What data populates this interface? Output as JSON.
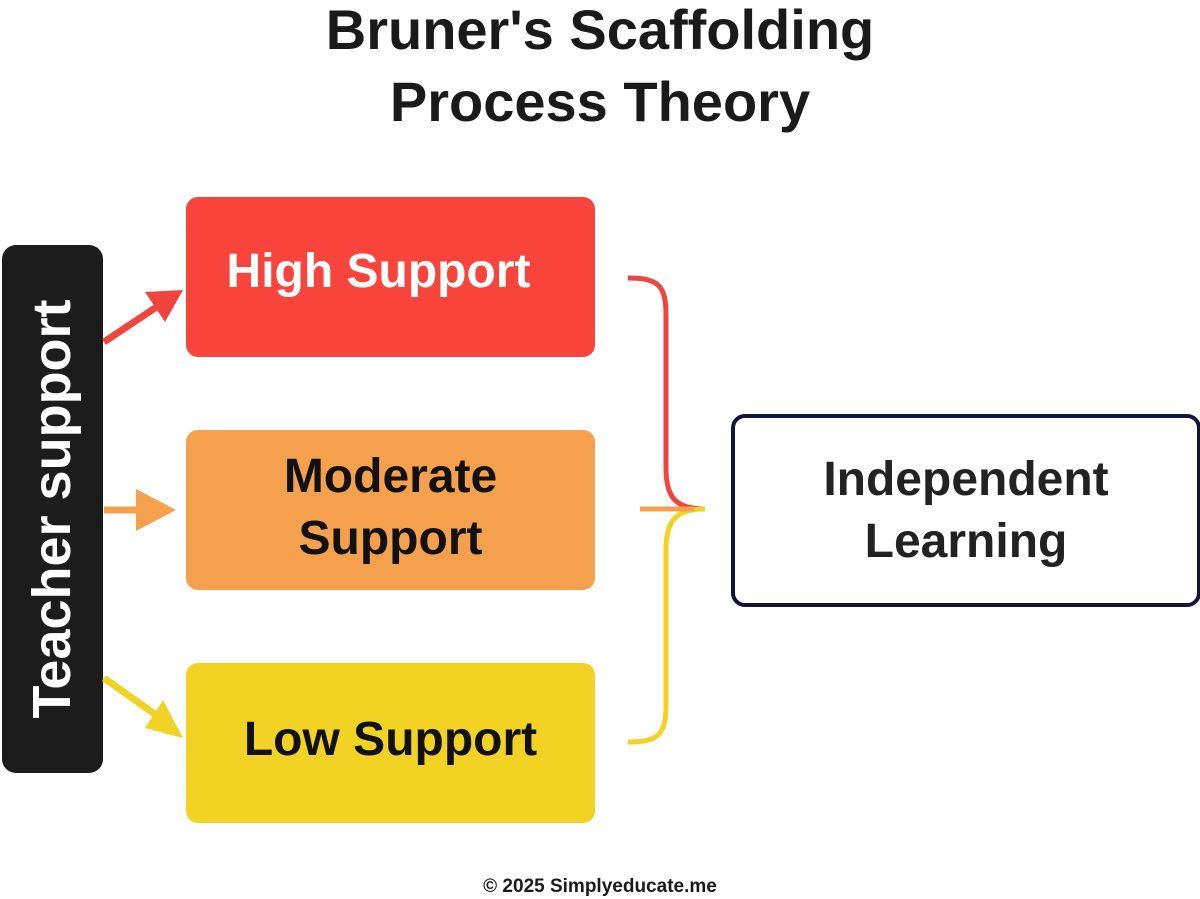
{
  "title": {
    "line1": "Bruner's Scaffolding",
    "line2": "Process Theory"
  },
  "sidebar_label": "Teacher support",
  "stages": [
    {
      "label": "High Support",
      "color": "#f9443c"
    },
    {
      "label": "Moderate\nSupport",
      "color": "#f5a04c"
    },
    {
      "label": "Low Support",
      "color": "#f2d323"
    }
  ],
  "outcome": {
    "label": "Independent\nLearning",
    "border_color": "#13143a"
  },
  "footer": "© 2025 Simplyeducate.me"
}
